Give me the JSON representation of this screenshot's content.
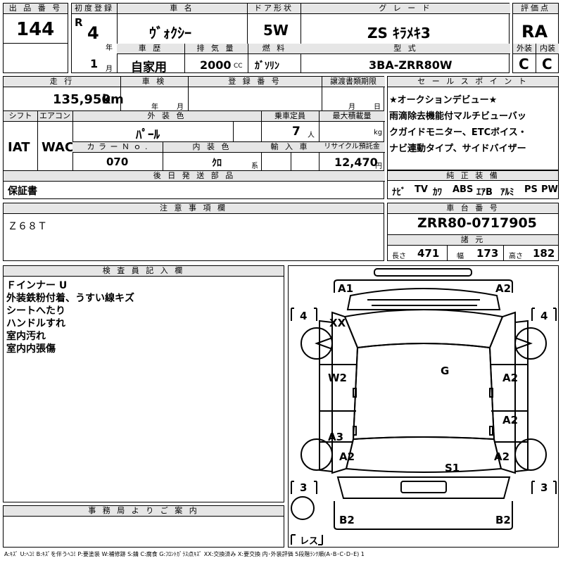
{
  "header": {
    "lot_label": "出 品 番 号",
    "lot": "144",
    "first_reg_label": "初度登録",
    "era": "R",
    "reg_year": "4",
    "year_unit": "年",
    "reg_month": "1",
    "month_unit": "月",
    "name_label": "車 名",
    "name": "ｳﾞｫｸｼｰ",
    "door_label": "ドア形状",
    "door": "5W",
    "grade_label": "グ レ ー ド",
    "grade": "ZS ｷﾗﾒｷ3",
    "score_label": "評価点",
    "score": "RA",
    "history_label": "車 歴",
    "history": "自家用",
    "disp_label": "排 気 量",
    "disp": "2000",
    "disp_unit": "CC",
    "fuel_label": "燃 料",
    "fuel": "ｶﾞｿﾘﾝ",
    "model_label": "型 式",
    "model": "3BA-ZRR80W",
    "ext_label": "外装",
    "ext": "C",
    "int_label": "内装",
    "int": "C"
  },
  "row2": {
    "mileage_label": "走 行",
    "mileage": "135,950",
    "mileage_unit": "km",
    "inspection_label": "車 検",
    "insp_year_unit": "年",
    "insp_month_unit": "月",
    "regno_label": "登 録 番 号",
    "transfer_label": "譲渡書類期限",
    "transfer_month_unit": "月",
    "transfer_day_unit": "日",
    "shift_label": "シフト",
    "shift": "IAT",
    "ac_label": "エアコン",
    "ac": "WAC",
    "color_label": "外 装 色",
    "color": "ﾊﾟｰﾙ",
    "capacity_label": "乗車定員",
    "capacity": "7",
    "capacity_unit": "人",
    "load_label": "最大積載量",
    "load_unit": "kg",
    "colorno_label": "カ ラ ー Ｎ ｏ .",
    "colorno": "070",
    "intcolor_label": "内 装 色",
    "intcolor": "ｸﾛ",
    "intcolor_unit": "系",
    "import_label": "輸 入 車",
    "recycle_label": "リサイクル預託金",
    "recycle": "12,470",
    "recycle_unit": "円",
    "later_label": "後 日 発 送 部 品",
    "later": "保証書"
  },
  "sales": {
    "label": "セ ー ル ス ポ イ ン ト",
    "lines": [
      "★オークションデビュー★",
      "雨滴除去機能付マルチビューバッ",
      "クガイドモニター、ETCボイス・",
      "ナビ連動タイプ、サイドバイザー"
    ]
  },
  "equipment": {
    "label": "純 正 装 備",
    "items": [
      "ﾅﾋﾞ",
      "TV",
      "ｶﾜ",
      "ABS",
      "ｴｱB",
      "ｱﾙﾐ",
      "PS",
      "PW"
    ]
  },
  "notes": {
    "label": "注 意 事 項 欄",
    "text": "Ｚ６８Ｔ"
  },
  "chassis": {
    "label": "車 台 番 号",
    "number": "ZRR80-0717905",
    "spec_label": "諸 元",
    "length_label": "長さ",
    "length": "471",
    "width_label": "幅",
    "width": "173",
    "height_label": "高さ",
    "height": "182"
  },
  "inspector": {
    "label": "検 査 員 記 入 欄",
    "lines": [
      "Ｆインナー U",
      "外装鉄粉付着、うすい線キズ",
      "シートへたり",
      "ハンドルすれ",
      "室内汚れ",
      "室内内張傷"
    ]
  },
  "office": {
    "label": "事 務 局 よ り ご 案 内"
  },
  "diagram": {
    "tire_front_left": "4",
    "tire_front_right": "4",
    "tire_rear_left": "3",
    "tire_rear_right": "3",
    "marks": {
      "a1": "A1",
      "a2_front": "A2",
      "xx": "XX",
      "w2": "W2",
      "g": "G",
      "a2_right_door1": "A2",
      "a2_right_door2": "A2",
      "a3": "A3",
      "a2_left_rear": "A2",
      "s1": "S1",
      "a2_right_rear": "A2",
      "b2_left": "B2",
      "b2_right": "B2"
    },
    "spare_label": "レス"
  },
  "legend": "A:ｷｽﾞ U:ﾍｺﾐ B:ｷｽﾞを伴うﾍｺﾐ P:要塗装 W:補修跡 S:錆 C:腐食 G:ﾌﾛﾝﾄｶﾞﾗｽ点ｷｽﾞ XX:交換済み X:要交換 内･外装評価 5段階ﾗﾝｸ順(A･B･C･D･E) 1"
}
